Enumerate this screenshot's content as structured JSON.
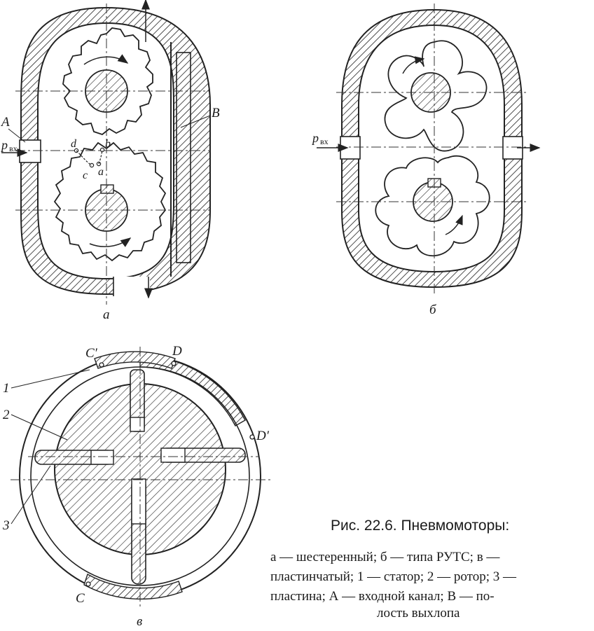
{
  "labels": {
    "inlet_channel": "A",
    "exhaust_cavity": "B",
    "point_a": "a",
    "point_b": "b",
    "point_c": "c",
    "point_d": "d",
    "pressure_symbol": "p",
    "pressure_subscript": "вх",
    "sub_a": "а",
    "sub_b": "б",
    "sub_v": "в",
    "point_C": "C",
    "point_C_prime": "C′",
    "point_D": "D",
    "point_D_prime": "D′",
    "num_1": "1",
    "num_2": "2",
    "num_3": "3"
  },
  "caption": {
    "title": "Рис. 22.6. Пневмомоторы:",
    "lines": [
      "а — шестеренный; б — типа РУТС; в —",
      "пластинчатый; 1 — статор; 2 — ротор; 3 —",
      "пластина; А — входной канал; В — по-",
      "лость выхлопа"
    ]
  }
}
